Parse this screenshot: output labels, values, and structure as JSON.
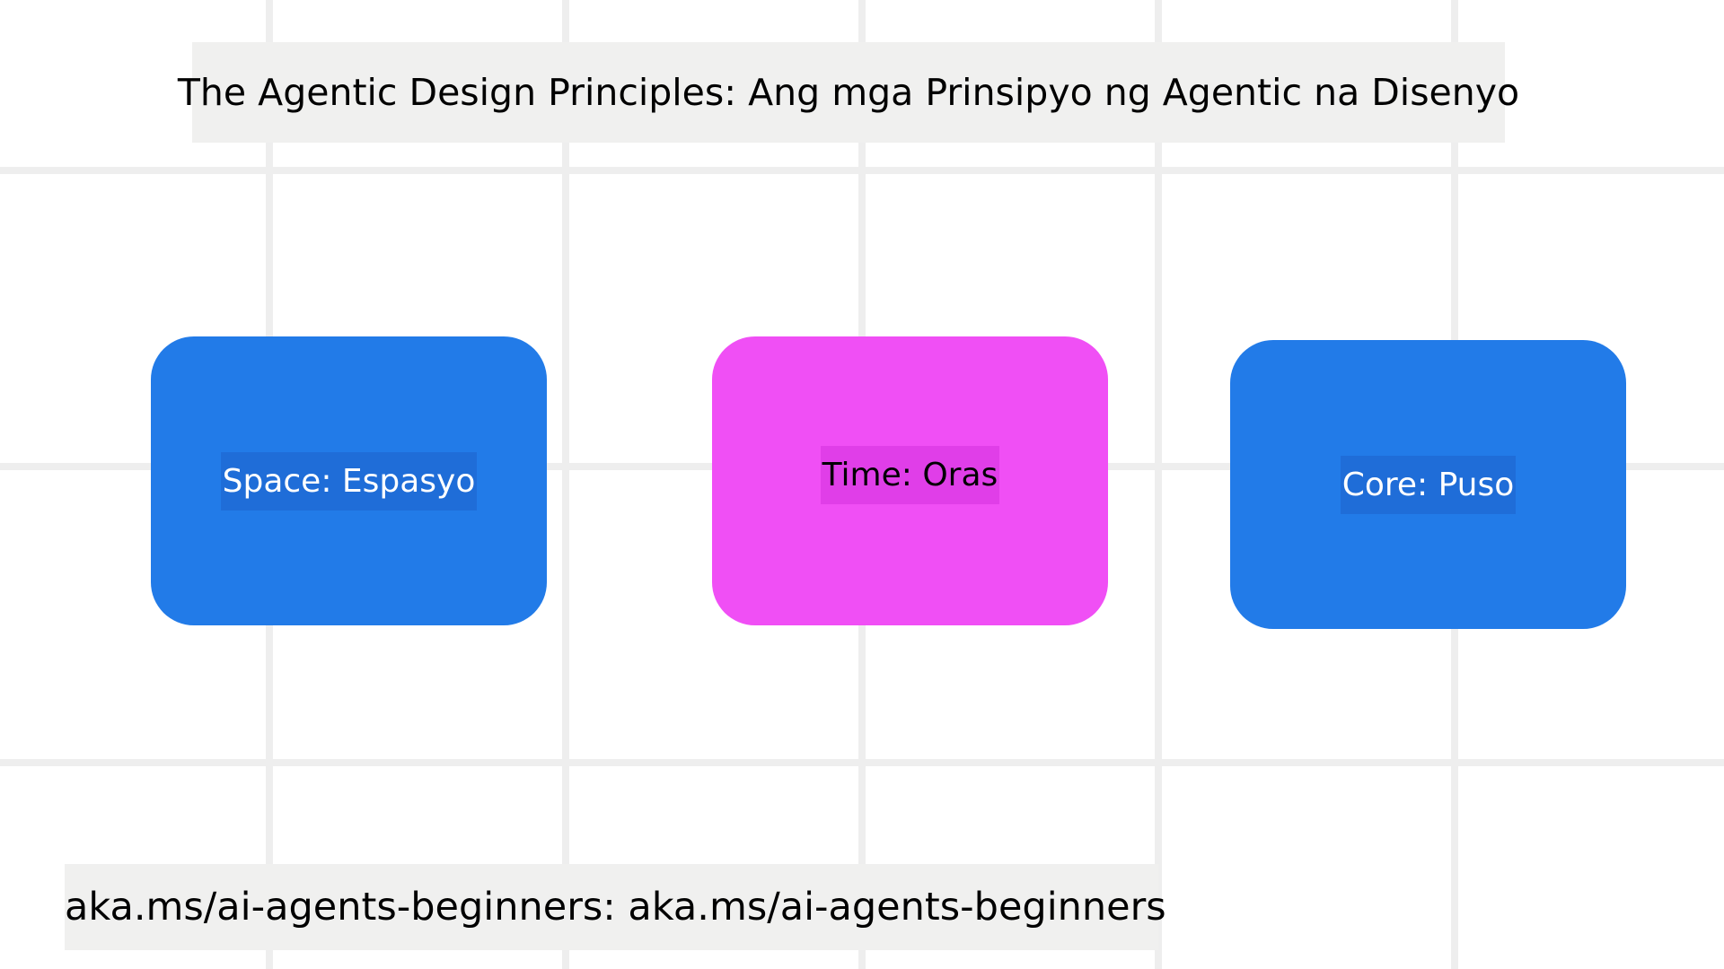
{
  "title": "The Agentic Design Principles: Ang mga Prinsipyo ng Agentic na Disenyo",
  "nodes": {
    "space": {
      "label": "Space: Espasyo",
      "color": "#227be8"
    },
    "time": {
      "label": "Time: Oras",
      "color": "#f04ff5"
    },
    "core": {
      "label": "Core: Puso",
      "color": "#227be8"
    }
  },
  "footer": {
    "link": "aka.ms/ai-agents-beginners: aka.ms/ai-agents-beginners"
  },
  "colors": {
    "background": "#ffffff",
    "grid": "#eeeeee",
    "label_bar": "#f0f0ef"
  }
}
